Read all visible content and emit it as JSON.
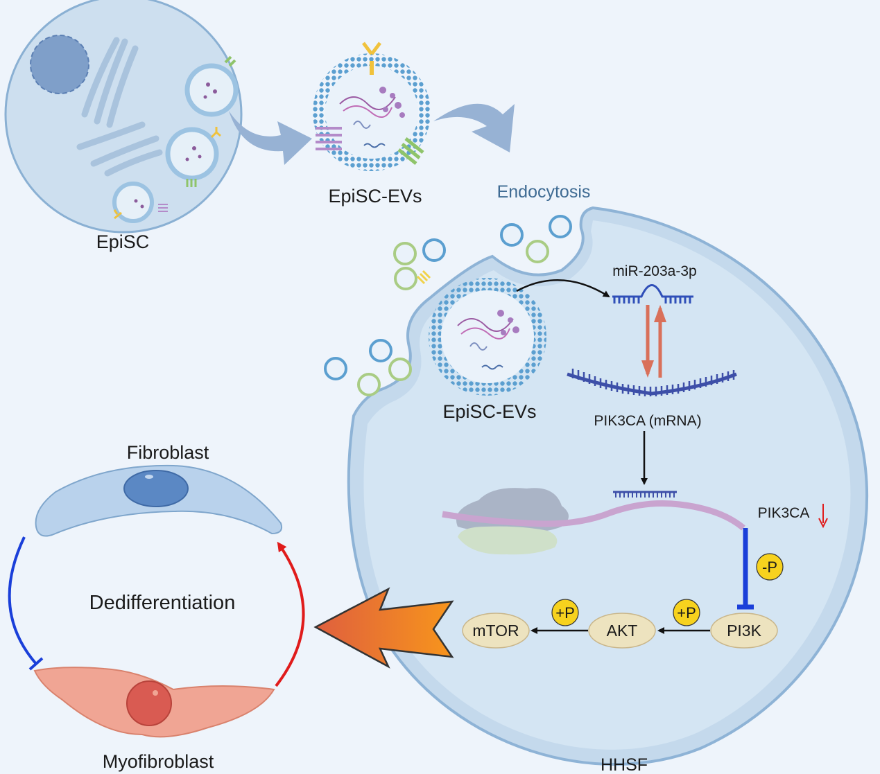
{
  "labels": {
    "episc": "EpiSC",
    "episc_evs_top": "EpiSC-EVs",
    "endocytosis": "Endocytosis",
    "episc_evs_inner": "EpiSC-EVs",
    "mirna": "miR-203a-3p",
    "pik3ca_mrna": "PIK3CA (mRNA)",
    "pik3ca_down": "PIK3CA",
    "hhsf": "HHSF",
    "fibroblast": "Fibroblast",
    "myofibroblast": "Myofibroblast",
    "dedifferentiation": "Dedifferentiation"
  },
  "pathway": {
    "nodes": [
      "mTOR",
      "AKT",
      "PI3K"
    ],
    "phospho_plus": "+P",
    "phospho_minus": "-P"
  },
  "icons": [
    "cell-nucleus-icon",
    "extracellular-vesicle-icon",
    "ribosome-icon",
    "mrna-strand-icon",
    "mirna-hairpin-icon",
    "down-arrow-icon"
  ],
  "colors": {
    "background": "#eef4fb",
    "cell": "#cfe0f0",
    "cell_border": "#7fa6cc",
    "vesicle": "#5b9fd0",
    "node": "#ede3bf",
    "phospho": "#f7d21e",
    "inhibit": "#1a3fd9",
    "activate": "#e01b1b",
    "big_arrow_start": "#e0663a",
    "big_arrow_end": "#f7951c",
    "endocytosis_text": "#3f6b93"
  }
}
